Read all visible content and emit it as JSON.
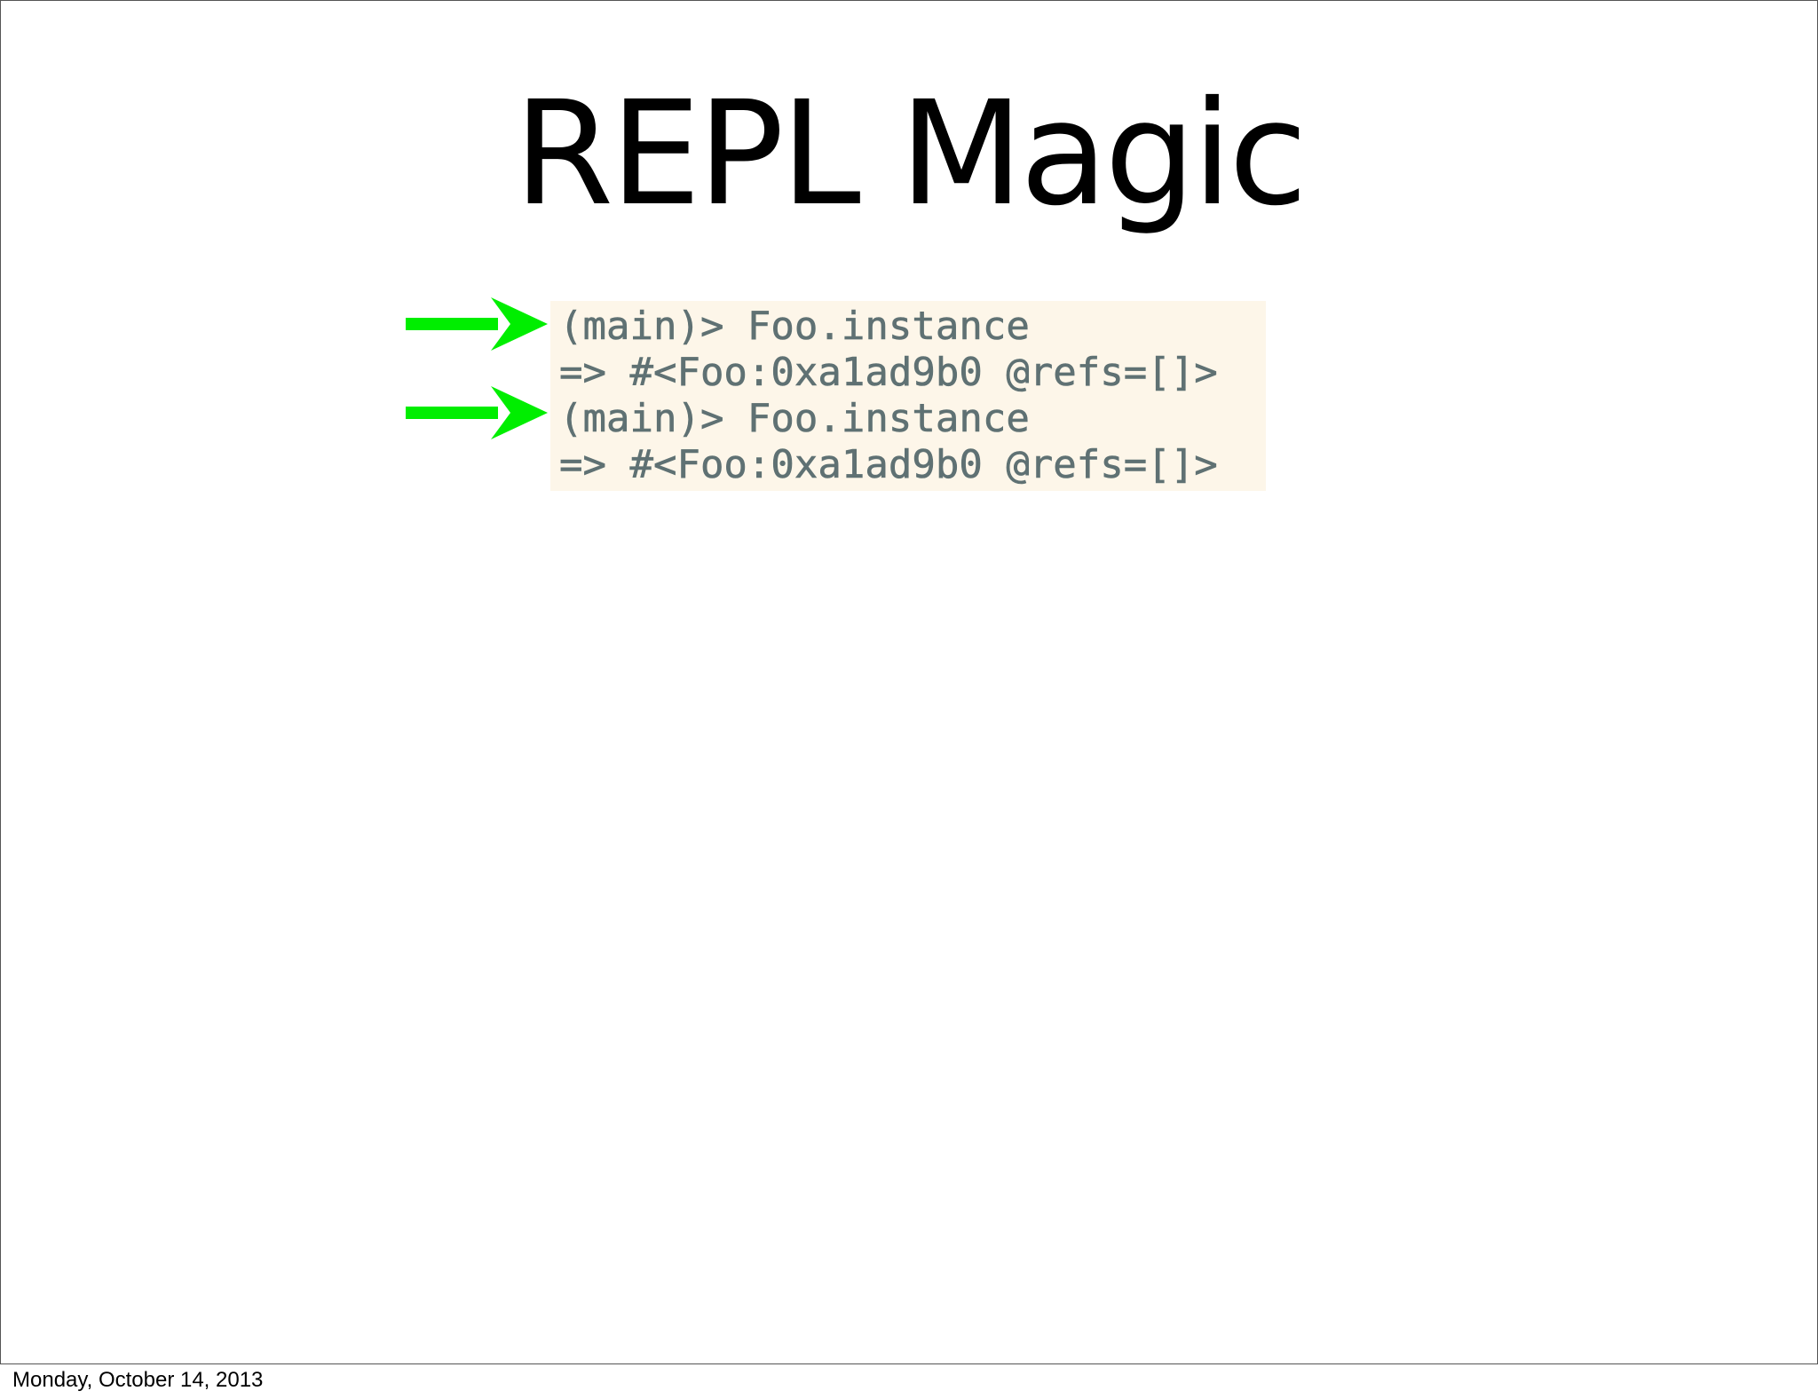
{
  "slide": {
    "title": "REPL Magic",
    "code_lines": [
      "(main)> Foo.instance",
      "=> #<Foo:0xa1ad9b0 @refs=[]>",
      "(main)> Foo.instance",
      "=> #<Foo:0xa1ad9b0 @refs=[]>"
    ],
    "arrow_icon": "right-arrow-icon",
    "footer_date": "Monday, October 14, 2013"
  },
  "colors": {
    "arrow": "#00ee00",
    "code_background": "#fdf6e9",
    "code_text": "#5f7173",
    "border": "#555555"
  }
}
